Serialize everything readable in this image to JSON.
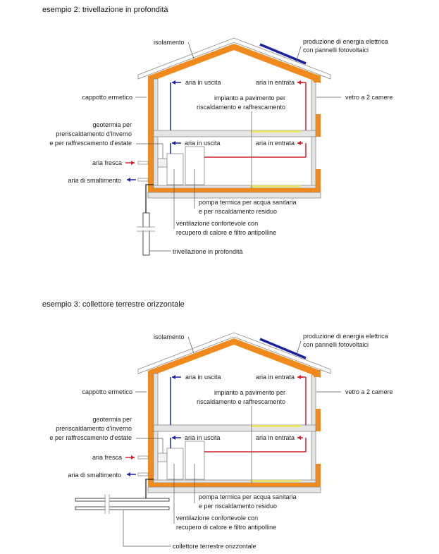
{
  "colors": {
    "insulation": "#f08a1c",
    "wall": "#e4e4e4",
    "outline": "#8a8a8a",
    "supply": "#d0202a",
    "exhaust": "#1a1f9a",
    "floor_heating": "#e9e56a",
    "pv": "#1a22a0"
  },
  "diagrams": [
    {
      "title": "esempio 2: trivellazione in profondità",
      "variant": "borehole",
      "labels": {
        "isolamento": "isolamento",
        "pv_1": "produzione di energia elettrica",
        "pv_2": "con pannelli fotovoltaici",
        "aria_uscita_top": "aria in uscita",
        "aria_entrata_top": "aria in entrata",
        "cappotto": "cappotto ermetico",
        "vetro": "vetro a 2 camere",
        "impianto_1": "impianto a pavimento per",
        "impianto_2": "riscaldamento e raffrescamento",
        "geo_1": "geotermia per",
        "geo_2": "preriscaldamento d'inverno",
        "geo_3": "e per raffrescamento d'estate",
        "aria_uscita_bottom": "aria in uscita",
        "aria_entrata_bottom": "aria in entrata",
        "aria_fresca": "aria fresca",
        "aria_smaltimento": "aria di smaltimento",
        "pompa_1": "pompa termica per acqua sanitaria",
        "pompa_2": "e per riscaldamento residuo",
        "vent_1": "ventilazione confortevole con",
        "vent_2": "recupero di calore e filtro antipolline",
        "ground": "trivellazione in profondità"
      }
    },
    {
      "title": "esempio 3: collettore terrestre orizzontale",
      "variant": "horizontal",
      "labels": {
        "isolamento": "isolamento",
        "pv_1": "produzione di energia elettrica",
        "pv_2": "con pannelli fotovoltaici",
        "aria_uscita_top": "aria in uscita",
        "aria_entrata_top": "aria in entrata",
        "cappotto": "cappotto ermetico",
        "vetro": "vetro a 2 camere",
        "impianto_1": "impianto a pavimento per",
        "impianto_2": "riscaldamento e raffrescamento",
        "geo_1": "geotermia per",
        "geo_2": "preriscaldamento d'inverno",
        "geo_3": "e per raffrescamento d'estate",
        "aria_uscita_bottom": "aria in uscita",
        "aria_entrata_bottom": "aria in entrata",
        "aria_fresca": "aria fresca",
        "aria_smaltimento": "aria di smaltimento",
        "pompa_1": "pompa termica per acqua sanitaria",
        "pompa_2": "e per riscaldamento residuo",
        "vent_1": "ventilazione confortevole con",
        "vent_2": "recupero di calore e filtro antipolline",
        "ground": "collettore terrestre orizzontale"
      }
    }
  ]
}
